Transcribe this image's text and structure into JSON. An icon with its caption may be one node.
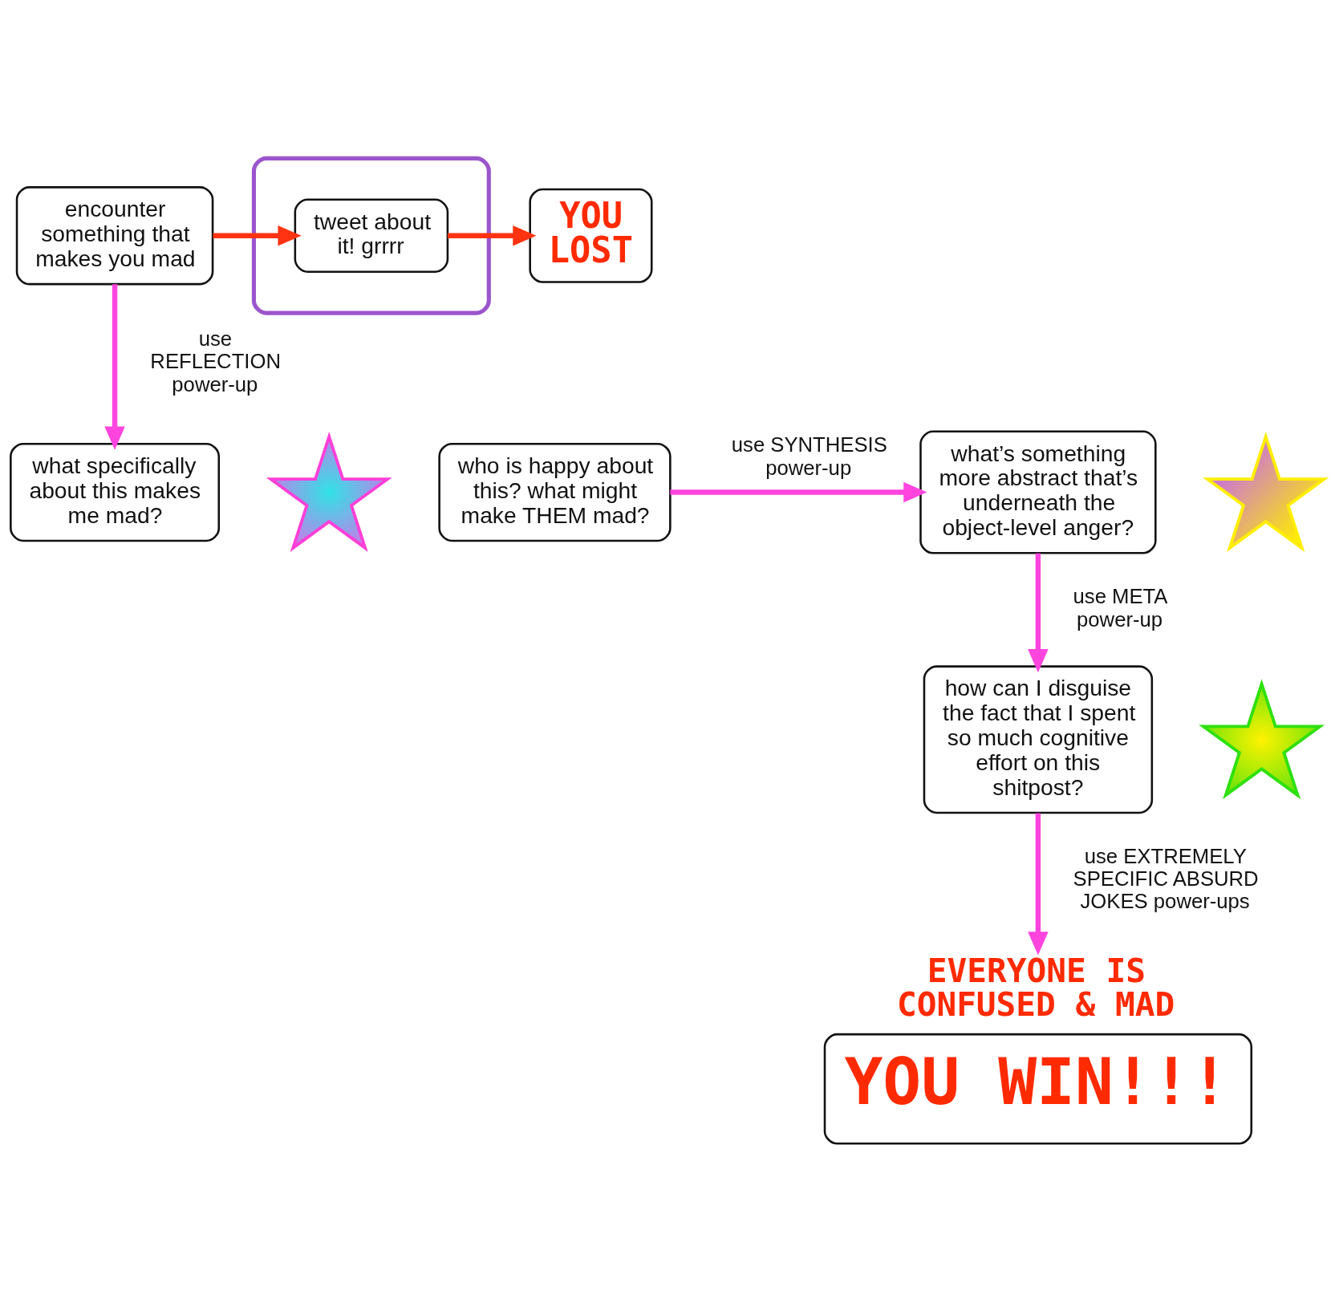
{
  "diagram": {
    "nodes": [
      {
        "text": [
          "encounter something that makes you mad"
        ]
      },
      {
        "text": [],
        "shape": "cloud"
      },
      {
        "text": [
          "tweet about it! grrrr"
        ],
        "in": 1
      },
      {
        "text": [
          "YOU LOST"
        ]
      },
      {
        "text": [],
        "shape": "star"
      },
      {
        "text": [
          "how can I disguise the fact that I spent so much cognitive effort on this shitpost?"
        ]
      },
      {
        "text": [],
        "shape": "star"
      },
      {
        "text": [
          "what specifically about this makes me mad?"
        ]
      },
      {
        "text": [
          "what’s something more abstract that’s underneath the object-level anger?"
        ]
      },
      {
        "text": [],
        "shape": "star"
      },
      {
        "text": [
          "who is happy about this? what might make THEM mad?"
        ]
      },
      {
        "text": [
          "EVERYONE IS CONFUSED & MAD",
          "YOU WIN!!!"
        ]
      }
    ],
    "edges": [
      {
        "from": 0,
        "to": 2,
        "arrow": "to",
        "color": "#ff3311"
      },
      {
        "from": 2,
        "to": 3,
        "arrow": "to",
        "color": "#ff3311"
      },
      {
        "from": 0,
        "to": 7,
        "arrow": "to",
        "label": "use REFLECTION power-up"
      },
      {
        "from": 10,
        "to": 8,
        "arrow": "to",
        "label": "use SYNTHESIS power-up"
      },
      {
        "from": 8,
        "to": 5,
        "arrow": "to",
        "label": "use META power-up"
      },
      {
        "from": 5,
        "to": 11,
        "arrow": "to",
        "label": "use EXTREMELY SPECIFIC ABSURD JOKES power-ups"
      }
    ]
  }
}
